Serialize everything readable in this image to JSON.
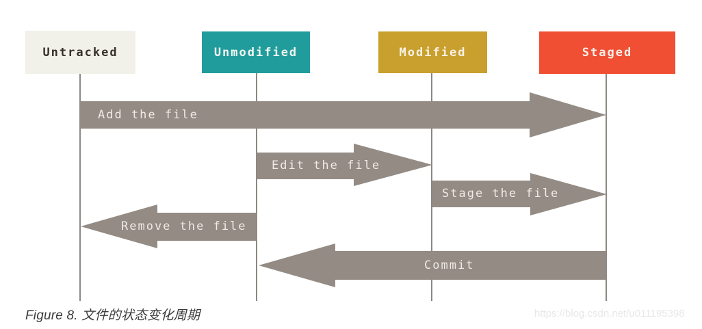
{
  "diagram": {
    "arrow_color": "#938b84",
    "lifeline_color": "#8d8781",
    "states": [
      {
        "label": "Untracked",
        "bg": "#f2f1e9",
        "fg": "#35302b"
      },
      {
        "label": "Unmodified",
        "bg": "#219c9c",
        "fg": "#f2f6f1"
      },
      {
        "label": "Modified",
        "bg": "#c99f2e",
        "fg": "#f7f2e4"
      },
      {
        "label": "Staged",
        "bg": "#f04f33",
        "fg": "#f8f0ec"
      }
    ],
    "transitions": [
      {
        "label": "Add the file",
        "from": "Untracked",
        "to": "Staged",
        "direction": "right"
      },
      {
        "label": "Edit the file",
        "from": "Unmodified",
        "to": "Modified",
        "direction": "right"
      },
      {
        "label": "Stage the file",
        "from": "Modified",
        "to": "Staged",
        "direction": "right"
      },
      {
        "label": "Remove the file",
        "from": "Unmodified",
        "to": "Untracked",
        "direction": "left"
      },
      {
        "label": "Commit",
        "from": "Staged",
        "to": "Unmodified",
        "direction": "left"
      }
    ]
  },
  "caption": "Figure 8. 文件的状态变化周期",
  "watermark": "https://blog.csdn.net/u011195398"
}
